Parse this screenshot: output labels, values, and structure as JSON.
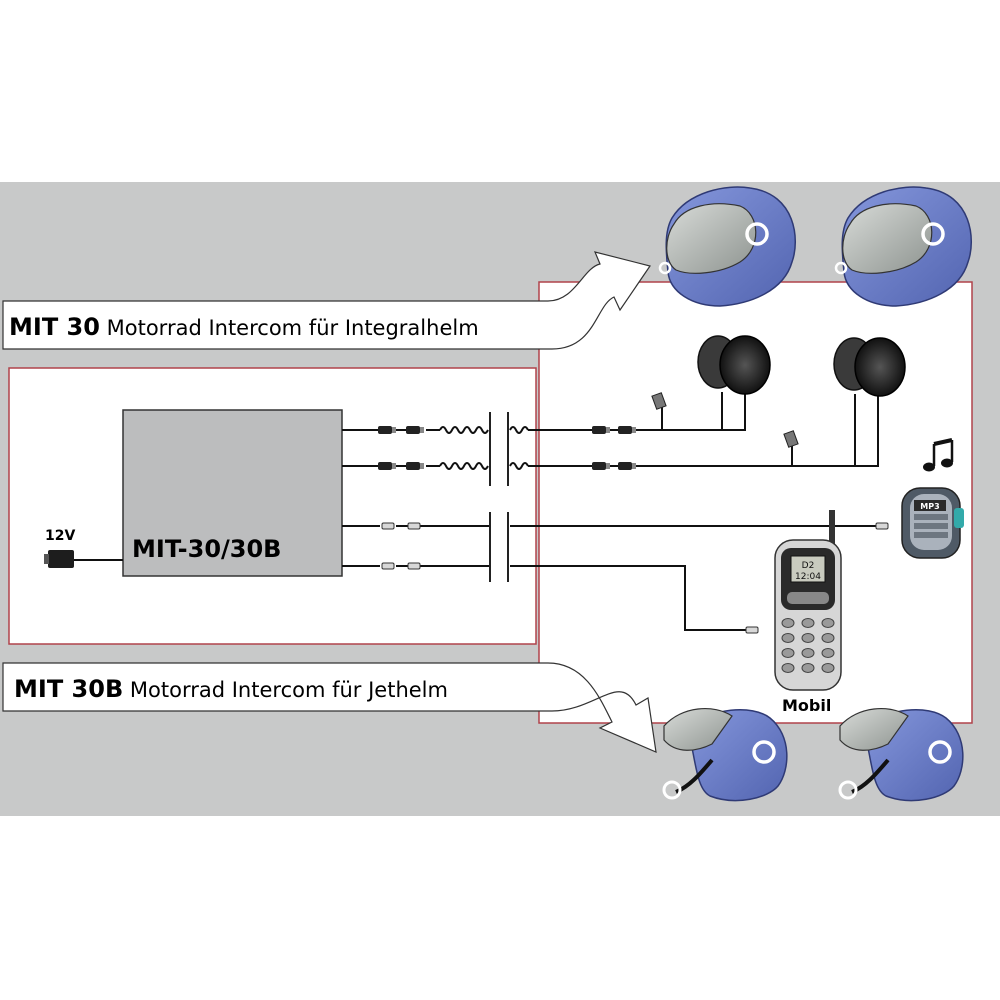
{
  "banner_top": {
    "model": "MIT 30",
    "text": "Motorrad Intercom für Integralhelm"
  },
  "banner_bottom": {
    "model": "MIT 30B",
    "text": "Motorrad Intercom für Jethelm"
  },
  "unit": {
    "label": "MIT-30/30B"
  },
  "power": {
    "label": "12V"
  },
  "phone": {
    "label": "Mobil",
    "screen_line1": "D2",
    "screen_line2": "12:04"
  },
  "mp3": {
    "label": "MP3"
  },
  "colors": {
    "background_band": "#c8c9c9",
    "panel_border": "#b0424a",
    "helmet_shell": "#6c7fc9",
    "unit_fill": "#bcbdbe"
  },
  "icons": [
    "helmet-full-face-icon",
    "helmet-open-face-icon",
    "speaker-icon",
    "microphone-icon",
    "music-note-icon",
    "mp3-player-icon",
    "mobile-phone-icon",
    "power-plug-icon",
    "connector-icon",
    "arrow-icon"
  ]
}
